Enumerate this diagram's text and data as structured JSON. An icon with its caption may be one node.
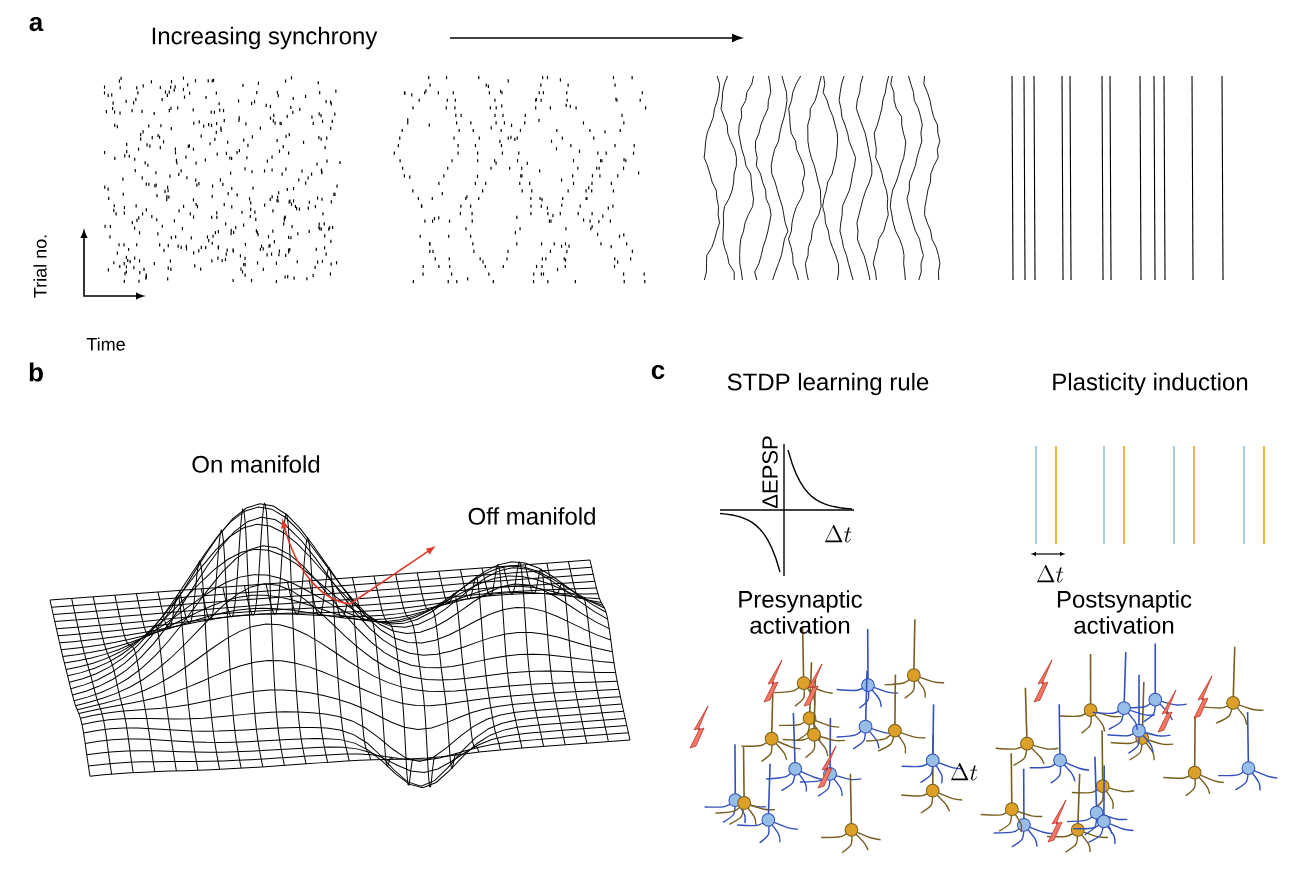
{
  "diagram": {
    "labels": [
      "a",
      "Increasing synchrony",
      "Trial no.",
      "Time",
      "b",
      "On manifold",
      "Off manifold",
      "c",
      "STDP learning rule",
      "Plasticity induction",
      "ΔEPSP",
      "\\Delta t",
      "\\Delta t",
      "Presynaptic activation",
      "Postsynaptic activation",
      "\\Delta t"
    ]
  }
}
